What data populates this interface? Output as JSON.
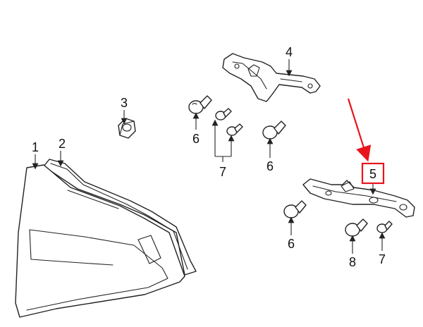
{
  "callouts": [
    {
      "id": "1",
      "label": "1"
    },
    {
      "id": "2",
      "label": "2"
    },
    {
      "id": "3",
      "label": "3"
    },
    {
      "id": "4",
      "label": "4"
    },
    {
      "id": "5",
      "label": "5"
    },
    {
      "id": "6a",
      "label": "6"
    },
    {
      "id": "6b",
      "label": "6"
    },
    {
      "id": "6c",
      "label": "6"
    },
    {
      "id": "7a",
      "label": "7"
    },
    {
      "id": "7b",
      "label": "7"
    },
    {
      "id": "8",
      "label": "8"
    }
  ],
  "highlight": {
    "callout": "5",
    "color": "#e8141c"
  }
}
